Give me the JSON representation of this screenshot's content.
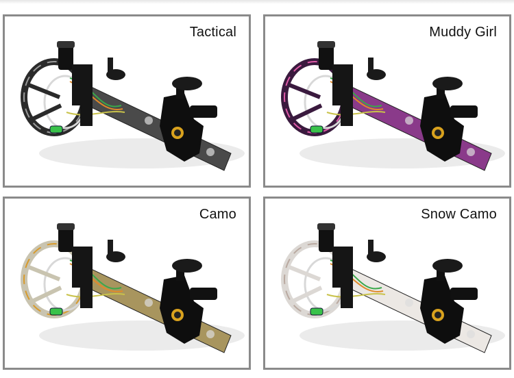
{
  "variants": [
    {
      "name": "Tactical",
      "finish": "carbon-fiber",
      "colors": {
        "body": "#3a3a3a",
        "accent": "#9a9a9a",
        "ring": "#2a2a2a",
        "tube": "#4a4a4a"
      }
    },
    {
      "name": "Muddy Girl",
      "finish": "pink-purple-camo",
      "colors": {
        "body": "#6b2a6e",
        "accent": "#e05aa8",
        "ring": "#3a1a3e",
        "tube": "#8a3a8a"
      }
    },
    {
      "name": "Camo",
      "finish": "woodland-camo",
      "colors": {
        "body": "#7d7150",
        "accent": "#d89a2a",
        "ring": "#c9c4b0",
        "tube": "#a8955e"
      }
    },
    {
      "name": "Snow Camo",
      "finish": "snow-camo",
      "colors": {
        "body": "#e6e2de",
        "accent": "#b9a9a0",
        "ring": "#dcd8d4",
        "tube": "#ece8e4"
      }
    }
  ],
  "theme": {
    "border": "#8a8a8a",
    "label": "#111111",
    "knob": "#111111",
    "level": "#39c24a",
    "logo": "#d9a21e"
  }
}
